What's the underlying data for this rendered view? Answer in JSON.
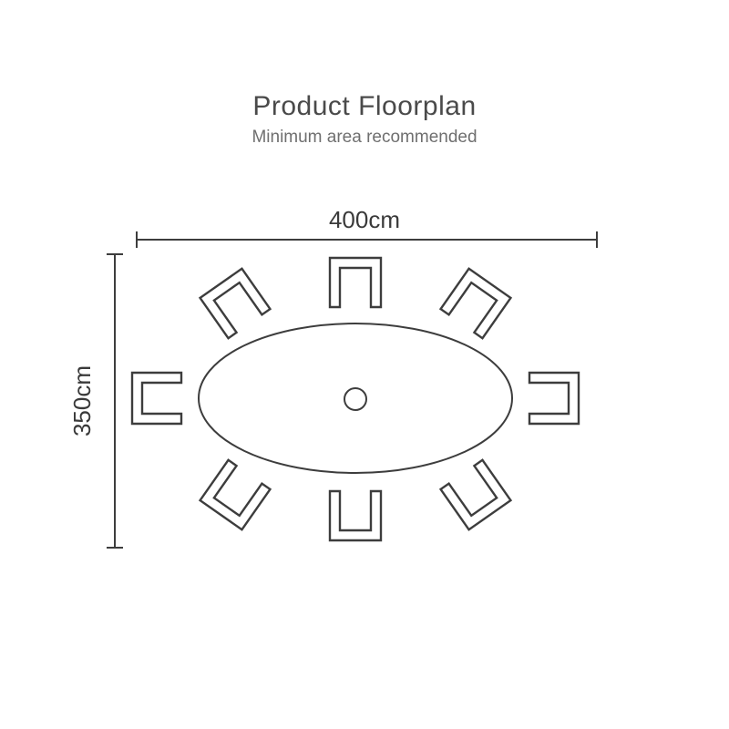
{
  "header": {
    "title": "Product Floorplan",
    "subtitle": "Minimum area recommended"
  },
  "floorplan": {
    "width_label": "400cm",
    "height_label": "350cm",
    "table_shape": "oval",
    "seat_count": 8,
    "line_color": "#3d3d3d",
    "background_color": "#ffffff"
  }
}
